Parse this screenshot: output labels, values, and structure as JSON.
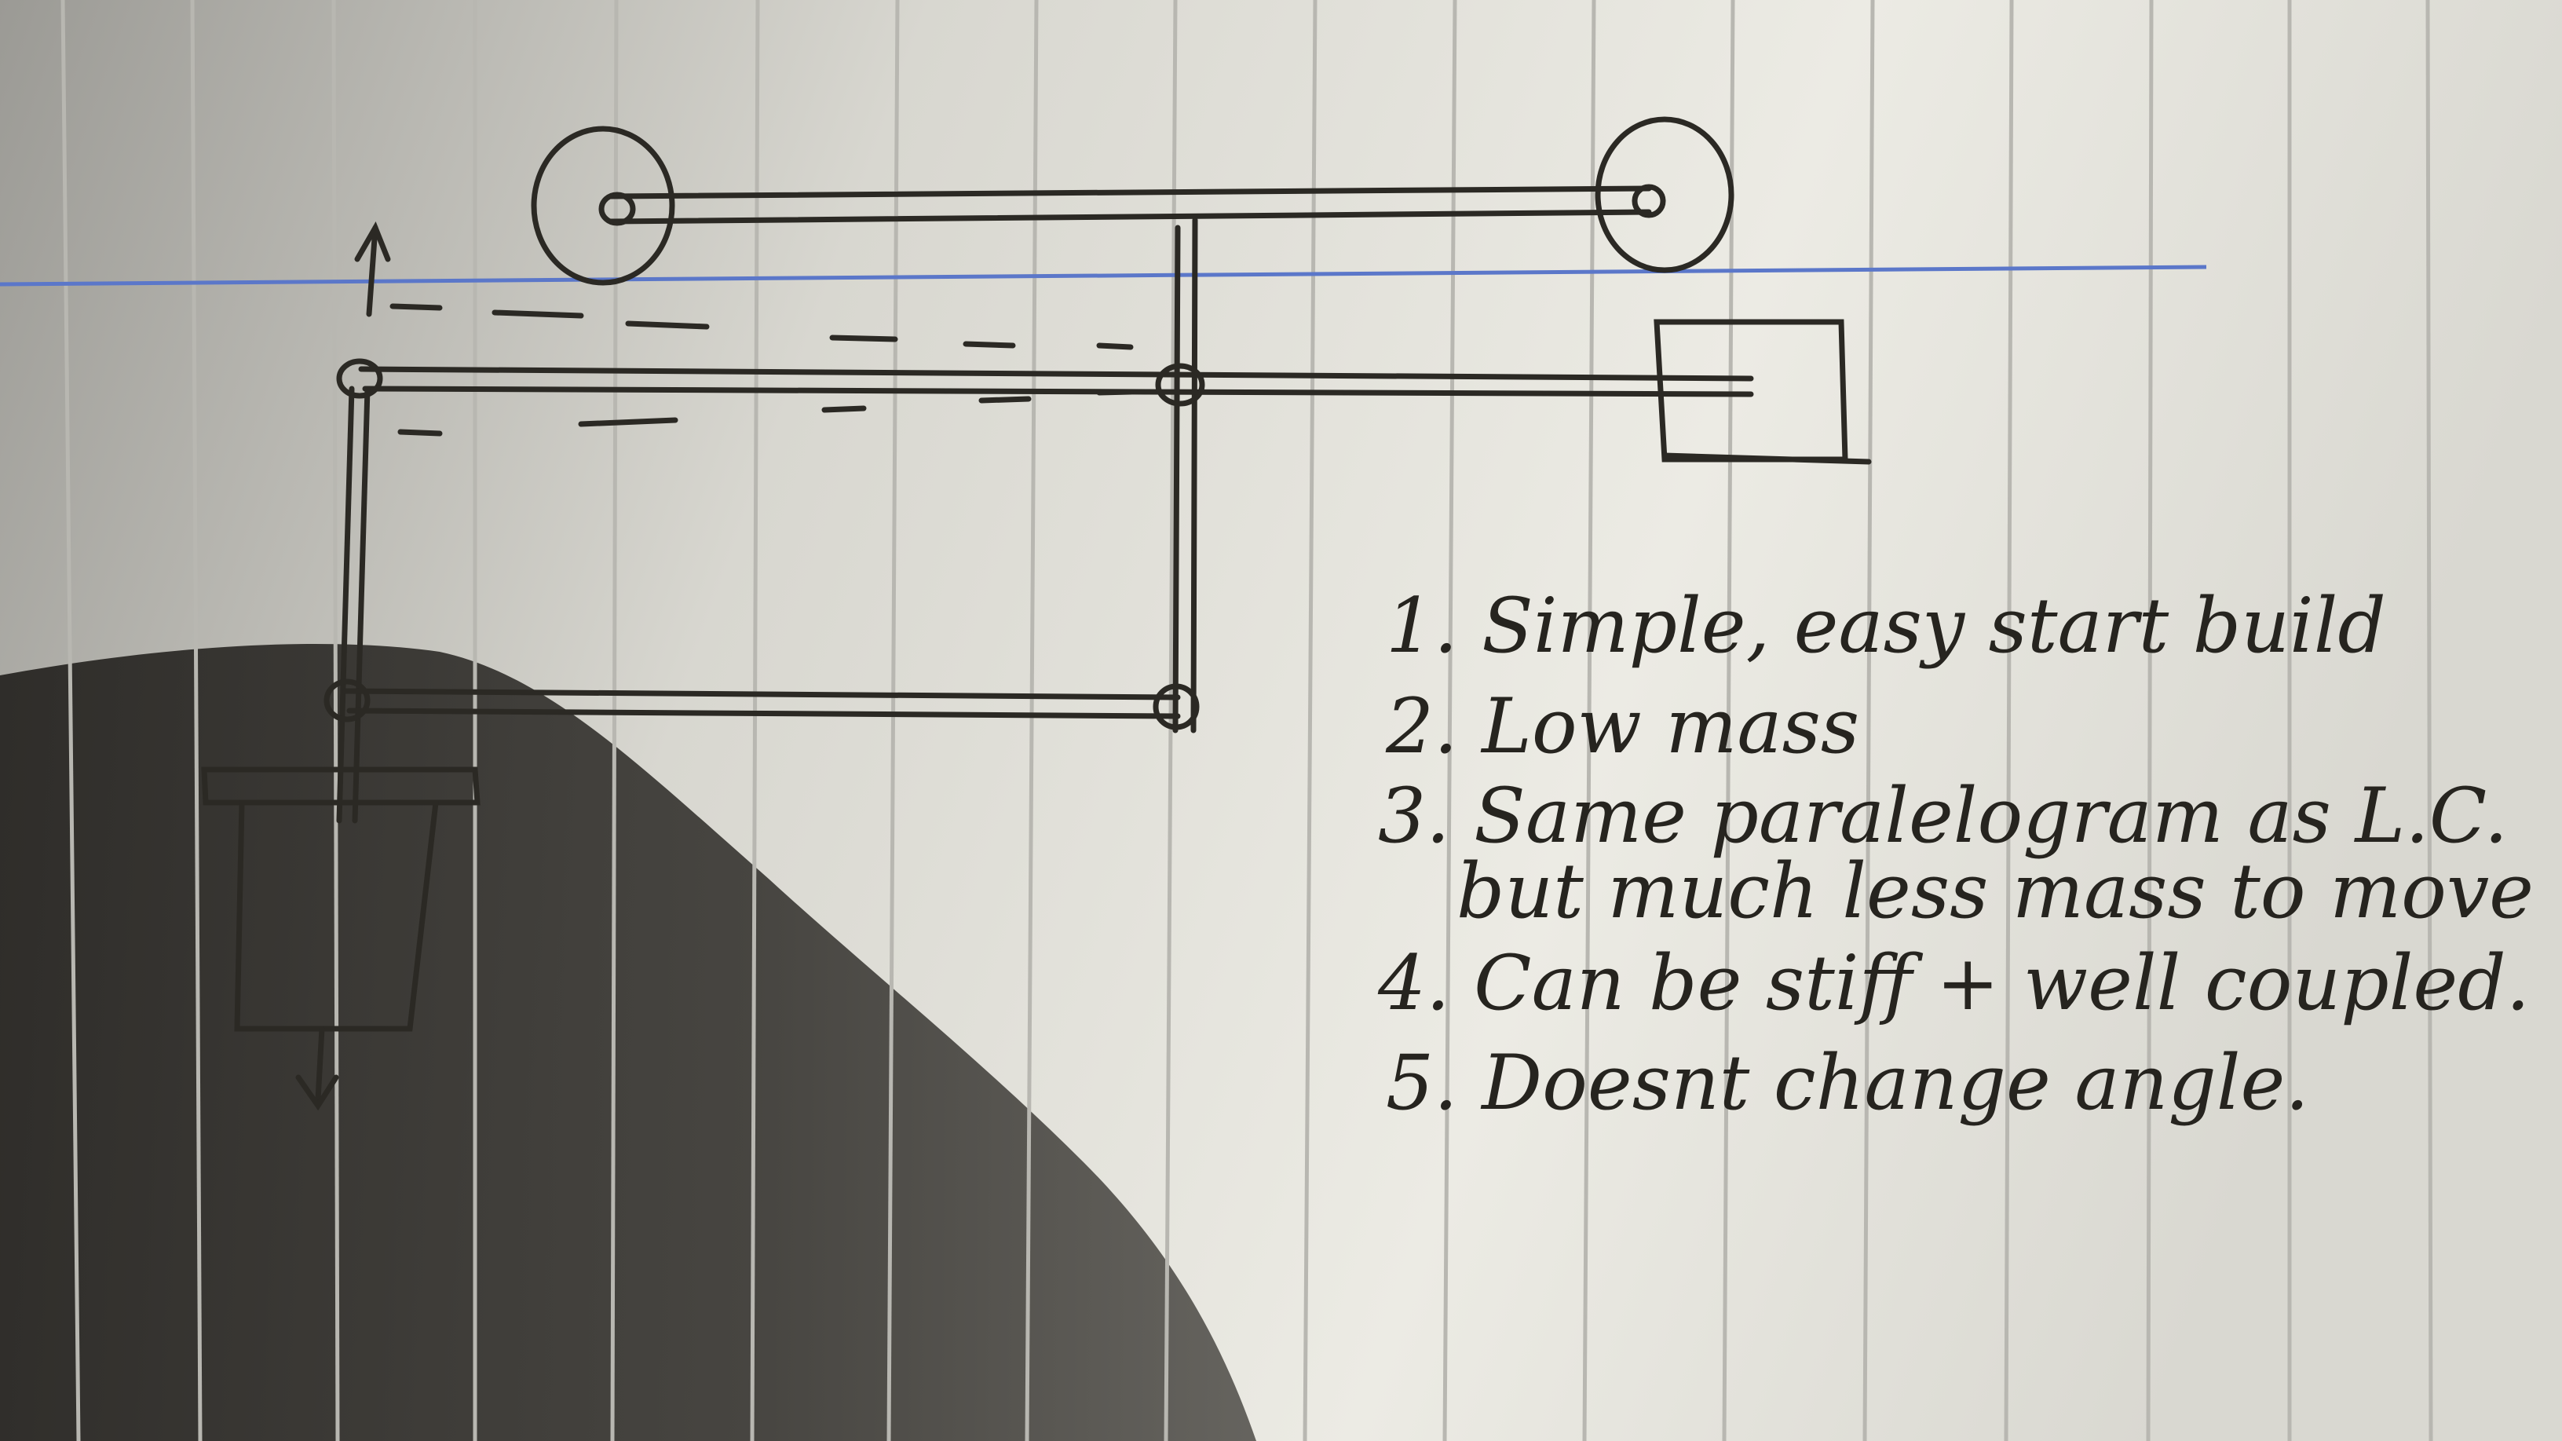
{
  "notes": {
    "items": [
      "1. Simple, easy start build",
      "2. Low mass",
      "3. Same paralelogram as L.C.",
      "but much less mass to move",
      "4. Can be stiff + well coupled.",
      "5. Doesnt change angle."
    ]
  },
  "colors": {
    "paper": "#ecebe4",
    "paper_shadow": "#2c2a27",
    "rule_line": "#b9b9b5",
    "margin_line": "#5b77c9",
    "ink": "#2a2823"
  }
}
